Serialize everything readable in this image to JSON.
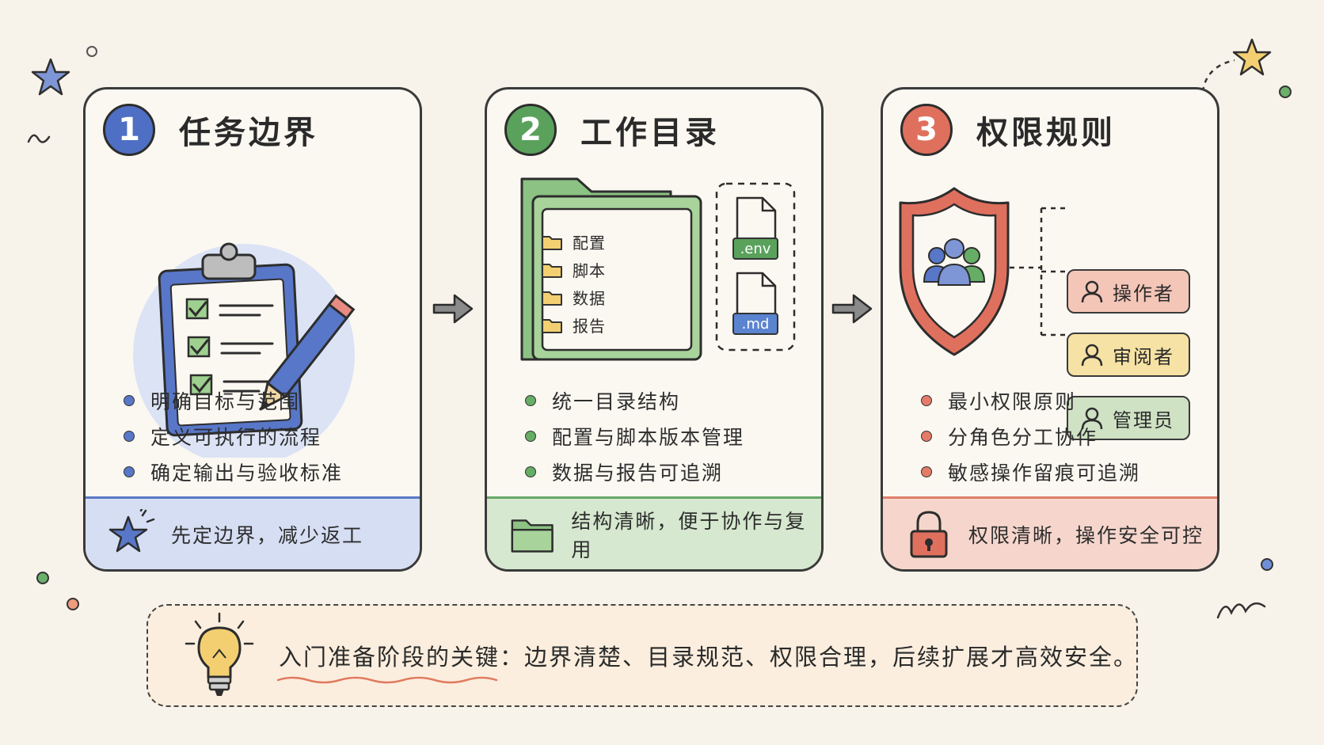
{
  "steps": [
    {
      "number": "1",
      "title": "任务边界",
      "bullets": [
        "明确目标与范围",
        "定义可执行的流程",
        "确定输出与验收标准"
      ],
      "footer": "先定边界，减少返工",
      "footer_icon": "star-icon",
      "illustration_icon": "clipboard-checklist-icon"
    },
    {
      "number": "2",
      "title": "工作目录",
      "folders": [
        "配置",
        "脚本",
        "数据",
        "报告"
      ],
      "files": [
        ".env",
        ".md"
      ],
      "bullets": [
        "统一目录结构",
        "配置与脚本版本管理",
        "数据与报告可追溯"
      ],
      "footer": "结构清晰，便于协作与复用",
      "footer_icon": "folder-icon",
      "illustration_icon": "folder-icon"
    },
    {
      "number": "3",
      "title": "权限规则",
      "roles": [
        "操作者",
        "审阅者",
        "管理员"
      ],
      "bullets": [
        "最小权限原则",
        "分角色分工协作",
        "敏感操作留痕可追溯"
      ],
      "footer": "权限清晰，操作安全可控",
      "footer_icon": "padlock-icon",
      "illustration_icon": "shield-users-icon"
    }
  ],
  "banner": {
    "text": "入门准备阶段的关键：边界清楚、目录规范、权限合理，后续扩展才高效安全。",
    "icon": "lightbulb-icon"
  },
  "colors": {
    "blue": "#4f6fc4",
    "green": "#5aa25c",
    "red": "#e0705e",
    "background": "#f8f3ea"
  }
}
